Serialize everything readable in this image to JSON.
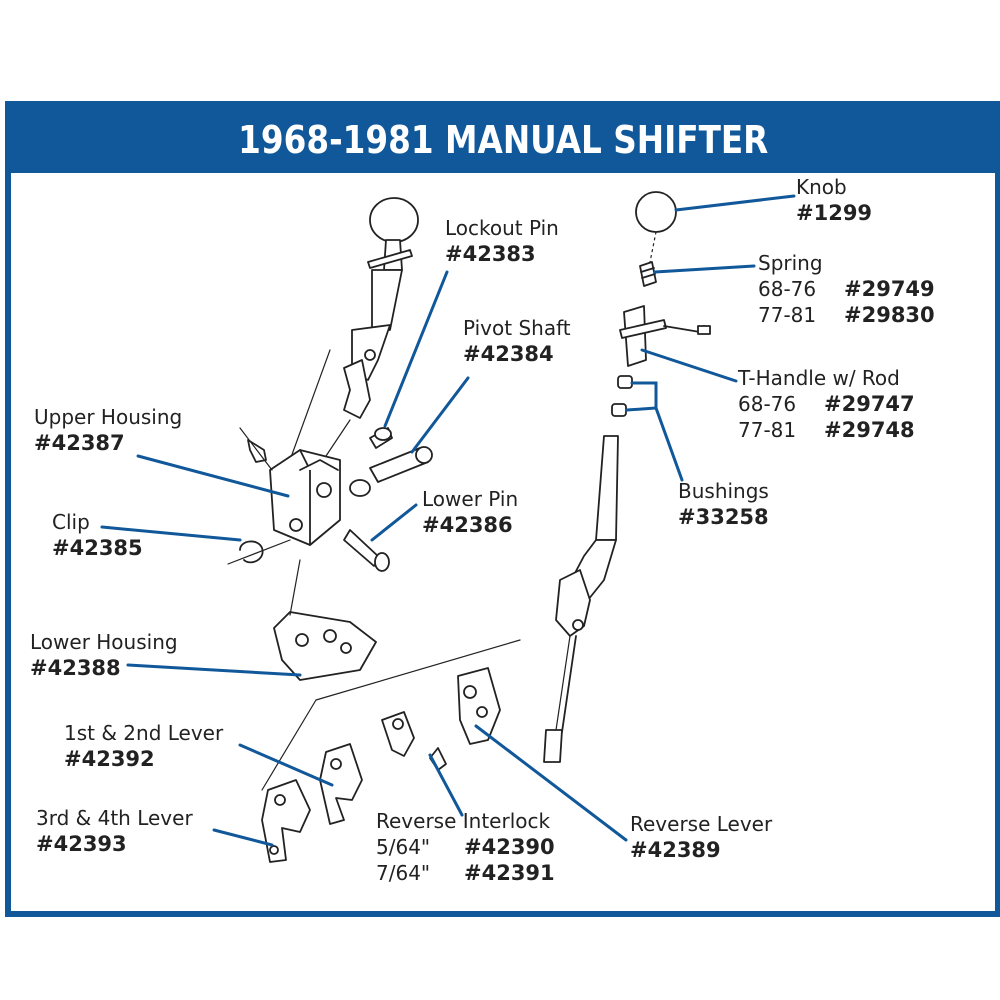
{
  "title": "1968-1981 MANUAL SHIFTER",
  "colors": {
    "frame": "#10589a",
    "leader": "#10589a",
    "parts": "#222222"
  },
  "labels": {
    "lockout_pin": {
      "name": "Lockout Pin",
      "num": "#42383"
    },
    "pivot_shaft": {
      "name": "Pivot Shaft",
      "num": "#42384"
    },
    "upper_housing": {
      "name": "Upper Housing",
      "num": "#42387"
    },
    "lower_pin": {
      "name": "Lower Pin",
      "num": "#42386"
    },
    "clip": {
      "name": "Clip",
      "num": "#42385"
    },
    "lower_housing": {
      "name": "Lower Housing",
      "num": "#42388"
    },
    "lever_1_2": {
      "name": "1st & 2nd Lever",
      "num": "#42392"
    },
    "lever_3_4": {
      "name": "3rd & 4th Lever",
      "num": "#42393"
    },
    "reverse_interlock": {
      "name": "Reverse Interlock",
      "rows": [
        {
          "yr": "5/64\"",
          "num": "#42390"
        },
        {
          "yr": "7/64\"",
          "num": "#42391"
        }
      ]
    },
    "reverse_lever": {
      "name": "Reverse Lever",
      "num": "#42389"
    },
    "knob": {
      "name": "Knob",
      "num": "#1299"
    },
    "spring": {
      "name": "Spring",
      "rows": [
        {
          "yr": "68-76",
          "num": "#29749"
        },
        {
          "yr": "77-81",
          "num": "#29830"
        }
      ]
    },
    "t_handle": {
      "name": "T-Handle w/ Rod",
      "rows": [
        {
          "yr": "68-76",
          "num": "#29747"
        },
        {
          "yr": "77-81",
          "num": "#29748"
        }
      ]
    },
    "bushings": {
      "name": "Bushings",
      "num": "#33258"
    }
  }
}
